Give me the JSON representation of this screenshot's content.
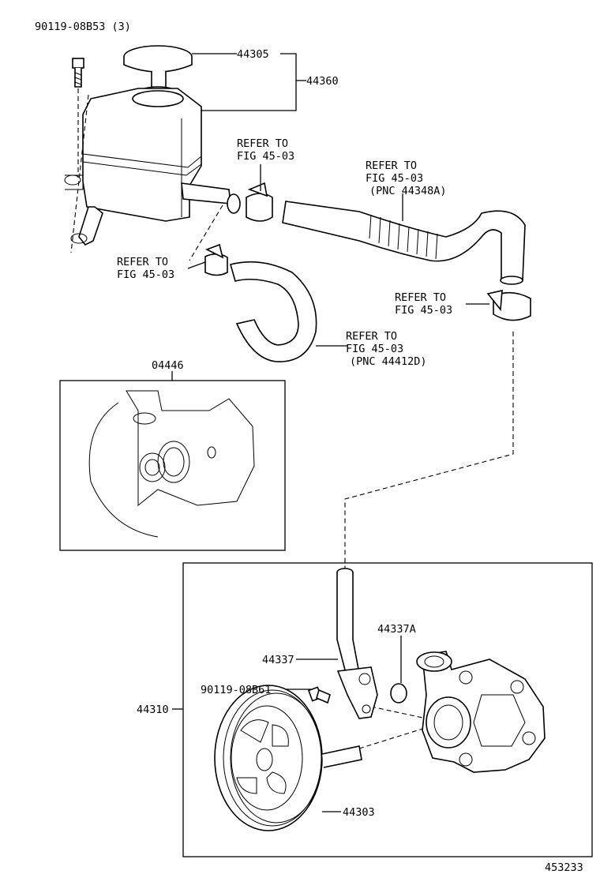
{
  "labels": {
    "bolt_top": "90119-08B53 (3)",
    "cap": "44305",
    "reservoir": "44360",
    "refer_clamp_top_1": "REFER TO",
    "refer_clamp_top_2": "FIG 45-03",
    "refer_hose_top_1": "REFER TO",
    "refer_hose_top_2": "FIG 45-03",
    "refer_hose_top_3": "(PNC 44348A)",
    "refer_clamp_mid_1": "REFER TO",
    "refer_clamp_mid_2": "FIG 45-03",
    "refer_clamp_right_1": "REFER TO",
    "refer_clamp_right_2": "FIG 45-03",
    "refer_hose_low_1": "REFER TO",
    "refer_hose_low_2": "FIG 45-03",
    "refer_hose_low_3": "(PNC 44412D)",
    "gasket_kit": "04446",
    "union": "44337",
    "oring": "44337A",
    "bolt_pump": "90119-08B61",
    "pump_assy": "44310",
    "pulley": "44303",
    "figure_number": "453233"
  }
}
